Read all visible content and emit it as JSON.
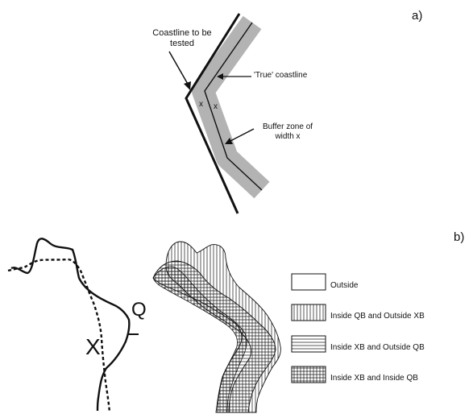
{
  "panels": {
    "a": "a)",
    "b": "b)"
  },
  "diagram_a": {
    "coastline_tested_label": "Coastline to be tested",
    "true_coastline_label": "'True' coastline",
    "buffer_zone_label": "Buffer zone of width x",
    "width_marker_1": "x",
    "width_marker_2": "x"
  },
  "diagram_b": {
    "label_q": "Q",
    "label_x": "X"
  },
  "legend": [
    {
      "pattern": "none",
      "label": "Outside"
    },
    {
      "pattern": "vertical",
      "label": "Inside QB and Outside XB"
    },
    {
      "pattern": "horizontal",
      "label": "Inside XB and Outside QB"
    },
    {
      "pattern": "grid",
      "label": "Inside XB and Inside QB"
    }
  ],
  "colors": {
    "line": "#111111",
    "buffer": "#b3b3b3",
    "background": "#ffffff"
  }
}
